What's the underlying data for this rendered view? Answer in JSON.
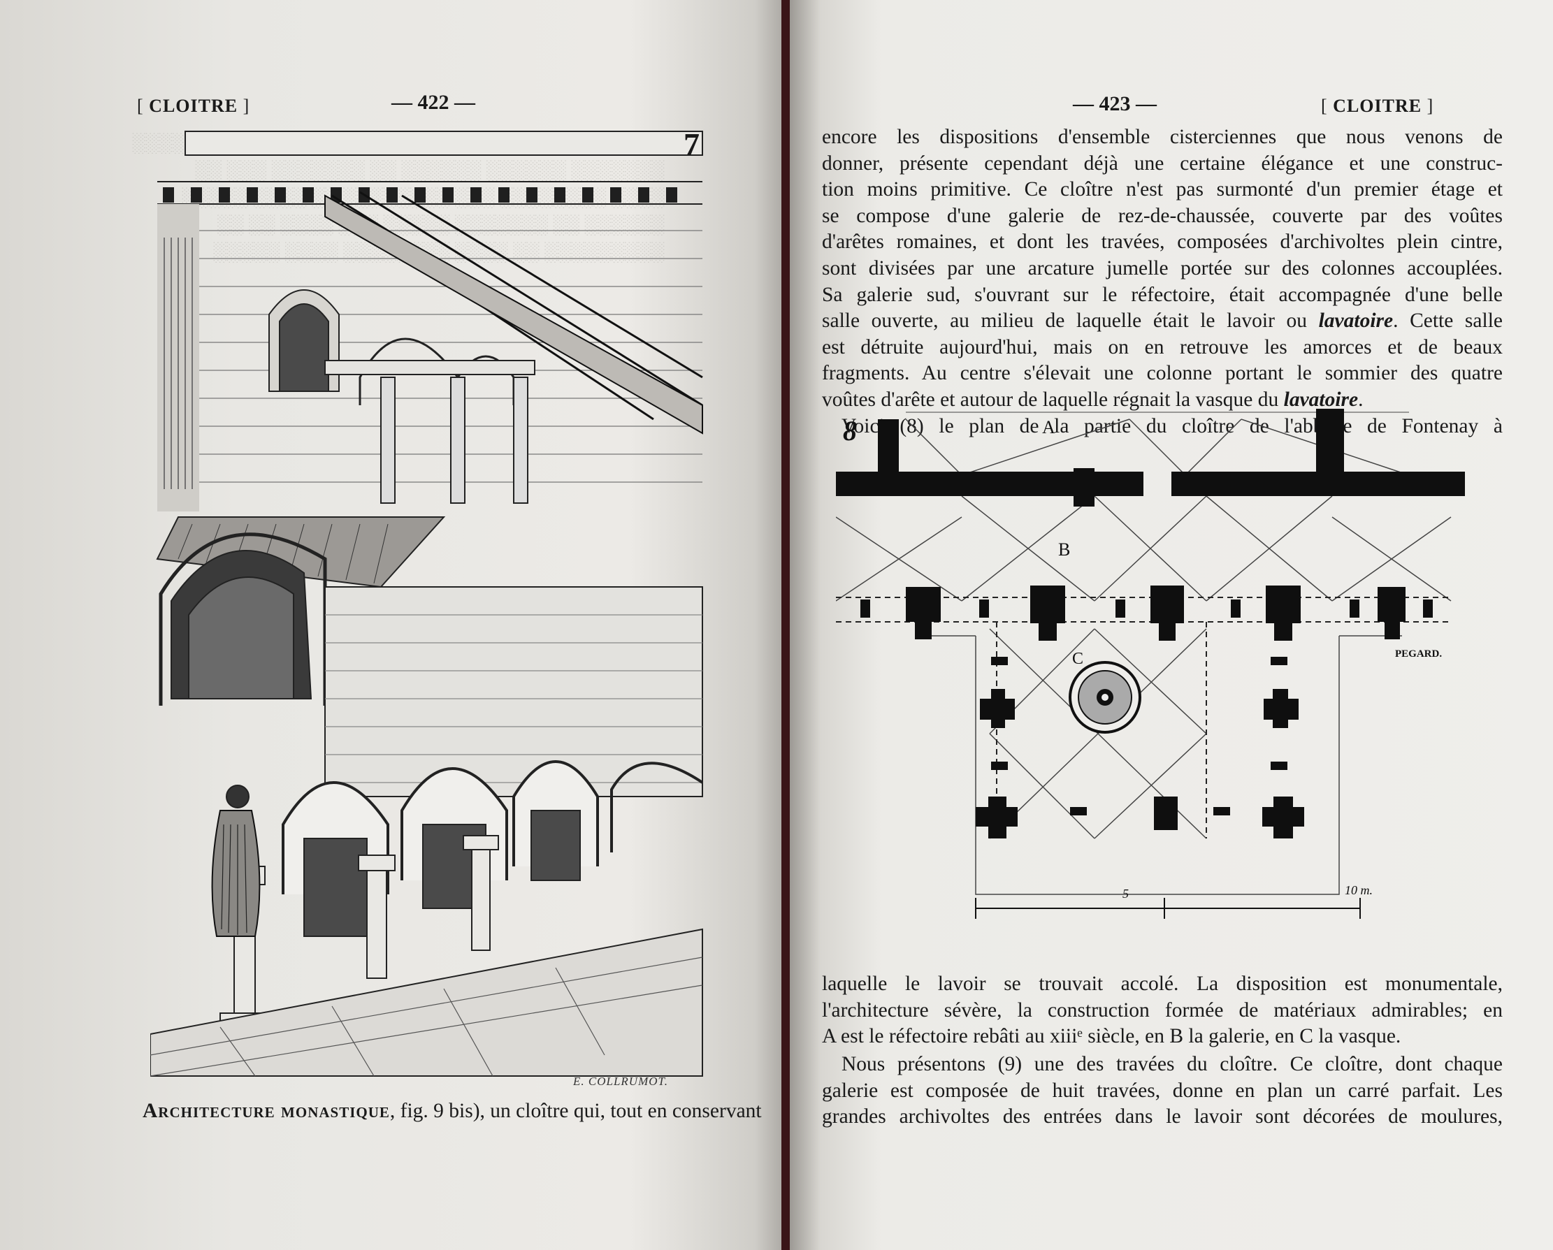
{
  "left_page": {
    "running_head": "CLOITRE",
    "page_number": "— 422 —",
    "figure_number": "7",
    "engraver_signature": "E. COLLRUMOT.",
    "caption_line": {
      "smallcaps": "Architecture monastique",
      "rest": ", fig. 9 bis), un cloître qui, tout en conservant"
    }
  },
  "right_page": {
    "page_number": "— 423 —",
    "running_head": "CLOITRE",
    "paragraph1": [
      "encore les dispositions d'ensemble cisterciennes que nous venons de",
      "donner, présente cependant déjà une certaine élégance et une construc-",
      "tion moins primitive. Ce cloître n'est pas surmonté d'un premier étage et",
      "se compose d'une galerie de rez-de-chaussée, couverte par des voûtes",
      "d'arêtes romaines, et dont les travées, composées d'archivoltes plein cintre,",
      "sont divisées par une arcature jumelle portée sur des colonnes accouplées.",
      "Sa galerie sud, s'ouvrant sur le réfectoire, était accompagnée d'une belle",
      "salle ouverte, au milieu de laquelle était le lavoir ou ",
      "est détruite aujourd'hui, mais on en retrouve les amorces et de beaux",
      "fragments. Au centre s'élevait une colonne portant le sommier des quatre",
      "voûtes d'arête et autour de laquelle régnait la vasque du "
    ],
    "italic_lavatoire": "lavatoire",
    "line8_tail": ". Cette salle",
    "line11_tail": ".",
    "paragraph2_line": "Voici (8) le plan de la partie du cloître de l'abbaye de Fontenay à",
    "figure": {
      "number": "8",
      "label_a": "A",
      "label_b": "B",
      "label_c": "C",
      "signature": "PEGARD.",
      "scale_start": "5",
      "scale_end": "10 m."
    },
    "paragraph3": [
      "laquelle le lavoir se trouvait accolé. La disposition est monumentale,",
      "l'architecture sévère, la construction formée de matériaux admirables; en",
      "A est le réfectoire rebâti au xiiiᵉ siècle, en B la galerie, en C la vasque."
    ],
    "paragraph4": [
      "Nous présentons (9) une des travées du cloître. Ce cloître, dont chaque",
      "galerie est composée de huit travées, donne en plan un carré parfait. Les",
      "grandes archivoltes des entrées dans le lavoir sont décorées de moulures,"
    ]
  }
}
